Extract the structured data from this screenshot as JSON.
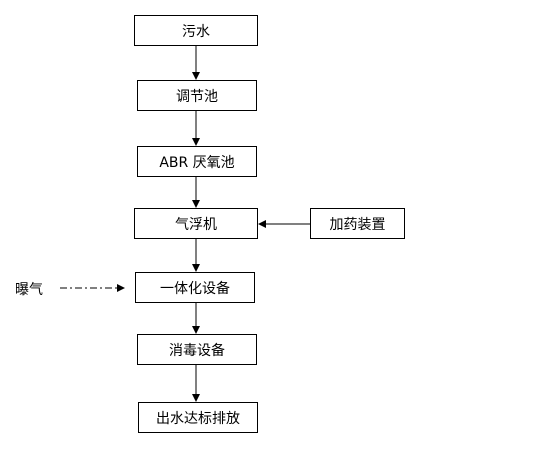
{
  "flow": {
    "nodes": {
      "wastewater": "污水",
      "equalization_tank": "调节池",
      "abr_tank": "ABR 厌氧池",
      "air_flotation": "气浮机",
      "integrated_equipment": "一体化设备",
      "disinfection_equipment": "消毒设备",
      "discharge": "出水达标排放",
      "dosing_device": "加药装置"
    },
    "side_inputs": {
      "aeration": "曝气"
    },
    "colors": {
      "line": "#000000",
      "node_border": "#000000",
      "background": "#ffffff"
    }
  }
}
